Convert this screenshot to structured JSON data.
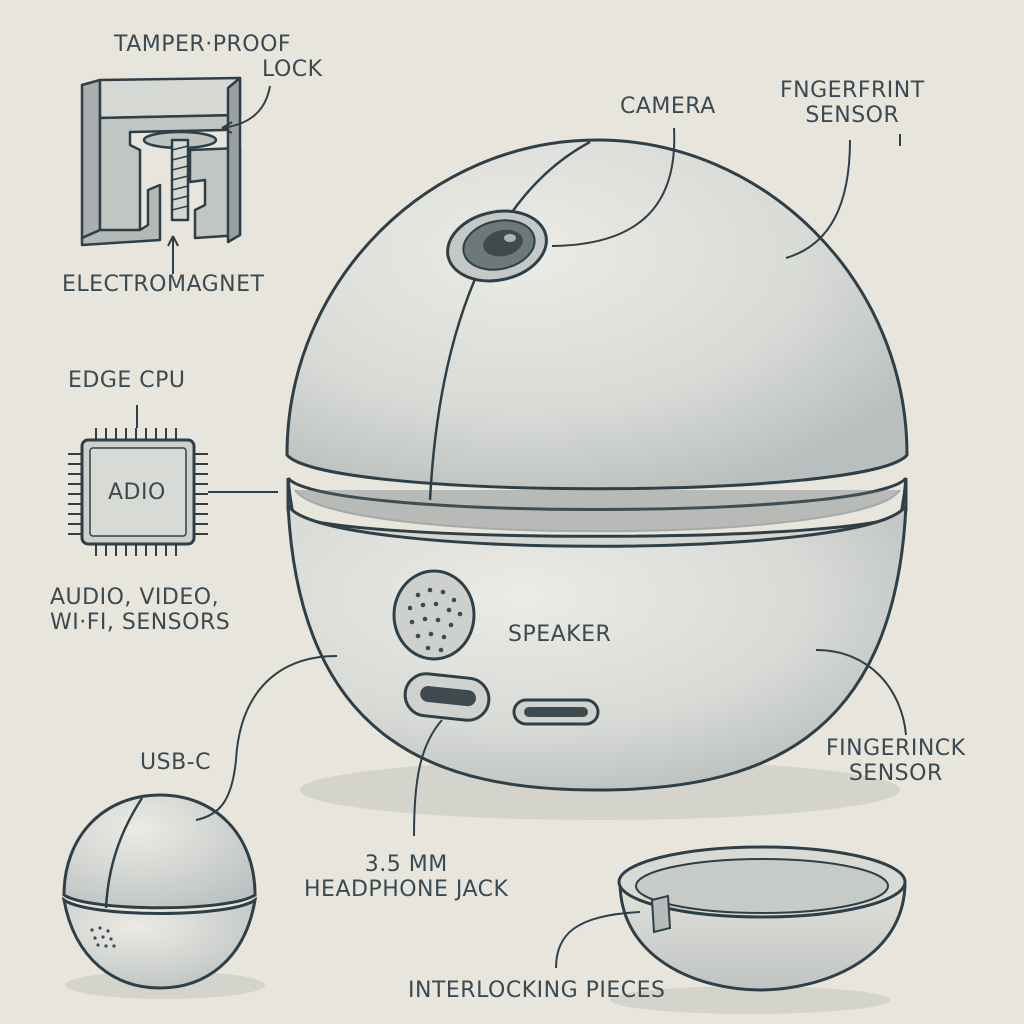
{
  "labels": {
    "tamper_lock": {
      "line1": "TAMPER·PROOF",
      "line2": "LOCK"
    },
    "electromagnet": "ELECTROMAGNET",
    "edge_cpu": "EDGE CPU",
    "chip_text": "ADIO",
    "cpu_functions": {
      "line1": "AUDIO, VIDEO,",
      "line2": "WI·FI, SENSORS"
    },
    "camera": "CAMERA",
    "fingerprint_top": {
      "line1": "FNGERFRINT",
      "line2": "SENSOR"
    },
    "speaker": "SPEAKER",
    "usb_c": "USB-C",
    "fingerinck": {
      "line1": "FINGERINCK",
      "line2": "SENSOR"
    },
    "headphone": {
      "line1": "3.5 MM",
      "line2": "HEADPHONE JACK"
    },
    "interlocking": "INTERLOCKING PIECES"
  },
  "colors": {
    "paper": "#e8e5dc",
    "ink": "#3a4a52",
    "shade": "#c9ccc9"
  }
}
